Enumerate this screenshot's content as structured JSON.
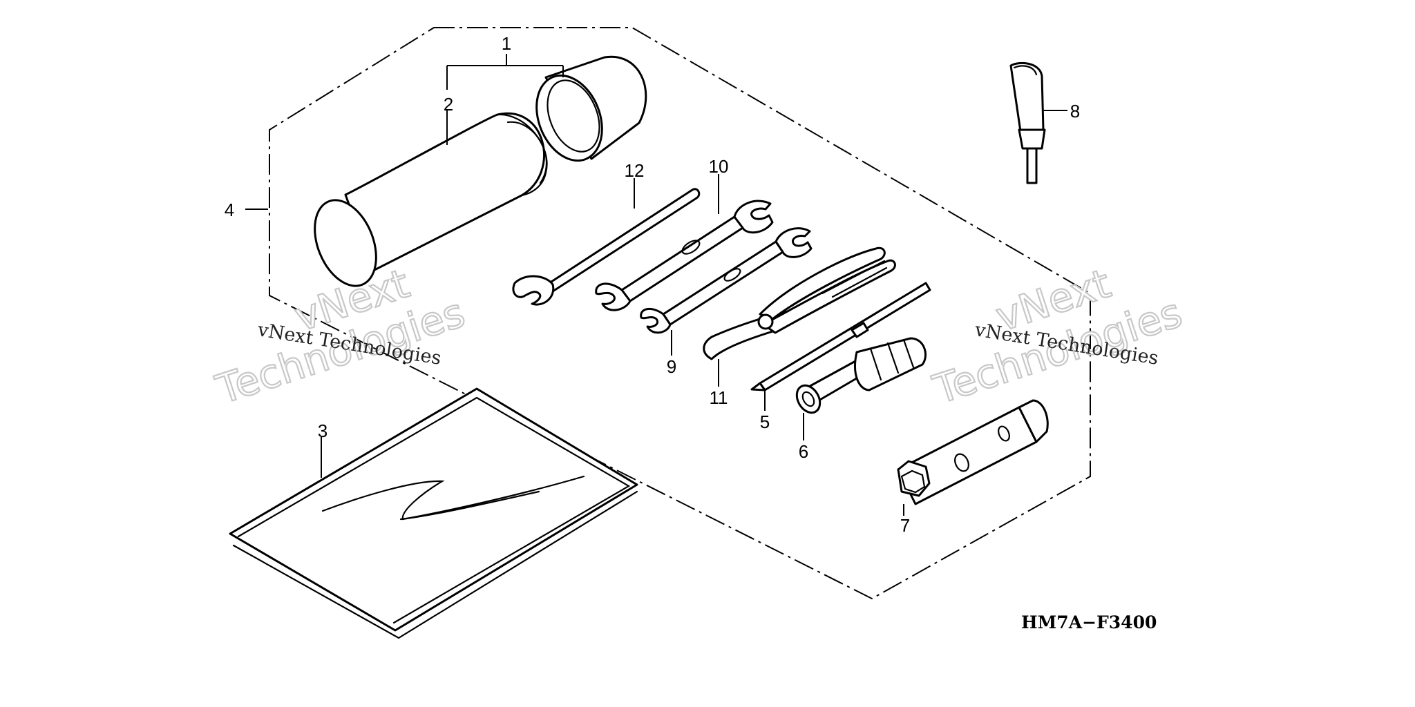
{
  "diagram": {
    "callouts": {
      "c1": "1",
      "c2": "2",
      "c3": "3",
      "c4": "4",
      "c5": "5",
      "c6": "6",
      "c7": "7",
      "c8": "8",
      "c9": "9",
      "c10": "10",
      "c11": "11",
      "c12": "12"
    },
    "watermark": {
      "line1": "vNext",
      "line2": "Technologies",
      "caption": "vNext Technologies"
    },
    "figure_code": "HM7A−F3400"
  },
  "colors": {
    "line": "#000000",
    "background": "#ffffff",
    "watermark_outline": "#c8c8c8"
  }
}
